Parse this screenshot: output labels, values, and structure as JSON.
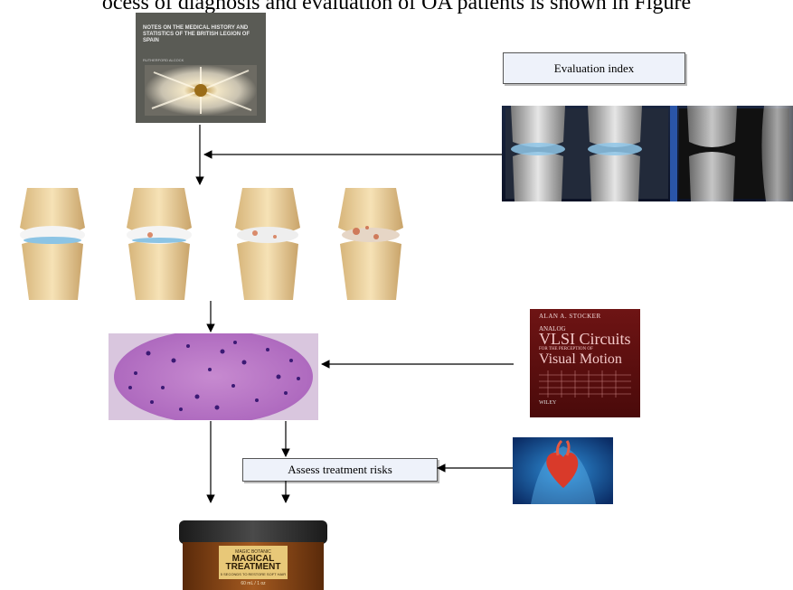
{
  "caption": "ocess of diagnosis and evaluation of OA patients is shown in Figure",
  "nodes": {
    "evaluation_index": "Evaluation index",
    "assess_risks": "Assess treatment risks"
  },
  "book_cover": {
    "title": "NOTES ON THE MEDICAL HISTORY AND STATISTICS OF THE BRITISH LEGION OF SPAIN",
    "author": "RUTHERFORD ALCOCK"
  },
  "vlsi_book": {
    "author": "ALAN A. STOCKER",
    "small": "ANALOG",
    "title_line1": "VLSI Circuits",
    "title_line2": "FOR THE PERCEPTION OF",
    "title_line3": "Visual Motion",
    "publisher": "WILEY"
  },
  "treatment_jar": {
    "brand": "MAGIC BOTANIC",
    "name": "MAGICAL TREATMENT",
    "sub": "5 SECONDS TO RESTORE SOFT HAIR",
    "volume": "60 mL / 1 oz"
  }
}
